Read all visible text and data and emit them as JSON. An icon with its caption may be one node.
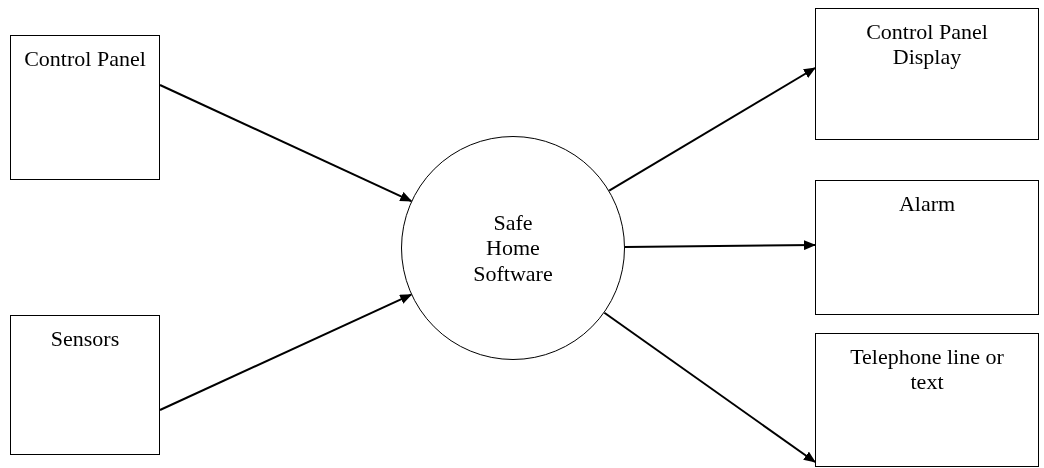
{
  "diagram": {
    "nodes": [
      {
        "text": [
          "Control Panel"
        ]
      },
      {
        "text": [
          "Sensors"
        ]
      },
      {
        "text": [
          "Safe Home Software"
        ]
      },
      {
        "text": [
          "Control Panel Display"
        ]
      },
      {
        "text": [
          "Alarm"
        ]
      },
      {
        "text": [
          "Telephone line or text"
        ]
      }
    ],
    "edges": [
      {
        "from": 0,
        "to": 2,
        "arrow": "to"
      },
      {
        "from": 1,
        "to": 2,
        "arrow": "to"
      },
      {
        "from": 2,
        "to": 3,
        "arrow": "to"
      },
      {
        "from": 2,
        "to": 4,
        "arrow": "to"
      },
      {
        "from": 2,
        "to": 5,
        "arrow": "to"
      }
    ]
  }
}
